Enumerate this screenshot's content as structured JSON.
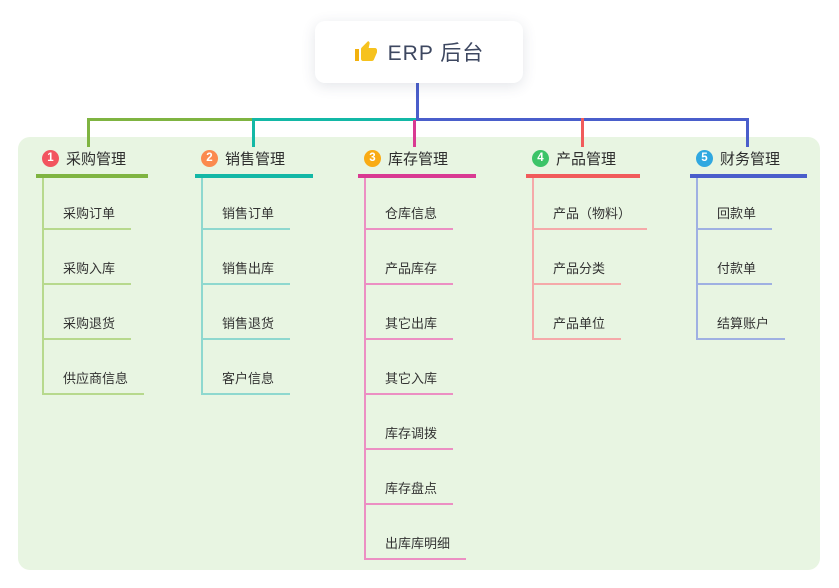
{
  "root": {
    "icon": "thumbs-up",
    "title": "ERP 后台"
  },
  "canvas": {
    "background": "#ffffff",
    "panel_background": "#e8f5e2",
    "root_stem_color": "#4a5ecb"
  },
  "branches": [
    {
      "index": "1",
      "title": "采购管理",
      "colors": {
        "line": "#7fb441",
        "child_line": "#b7d98d",
        "badge": "#f2545f"
      },
      "children": [
        "采购订单",
        "采购入库",
        "采购退货",
        "供应商信息"
      ]
    },
    {
      "index": "2",
      "title": "销售管理",
      "colors": {
        "line": "#13b8a6",
        "child_line": "#8ed8cf",
        "badge": "#fb8a4e"
      },
      "children": [
        "销售订单",
        "销售出库",
        "销售退货",
        "客户信息"
      ]
    },
    {
      "index": "3",
      "title": "库存管理",
      "colors": {
        "line": "#d93a92",
        "child_line": "#ec8fc3",
        "badge": "#f9ab14"
      },
      "children": [
        "仓库信息",
        "产品库存",
        "其它出库",
        "其它入库",
        "库存调拨",
        "库存盘点",
        "出库库明细"
      ]
    },
    {
      "index": "4",
      "title": "产品管理",
      "colors": {
        "line": "#f15b5b",
        "child_line": "#f5a9a9",
        "badge": "#3cc468"
      },
      "children": [
        "产品（物料）",
        "产品分类",
        "产品单位"
      ]
    },
    {
      "index": "5",
      "title": "财务管理",
      "colors": {
        "line": "#4a5ecb",
        "child_line": "#9fb0e2",
        "badge": "#30a8e0"
      },
      "children": [
        "回款单",
        "付款单",
        "结算账户"
      ]
    }
  ]
}
